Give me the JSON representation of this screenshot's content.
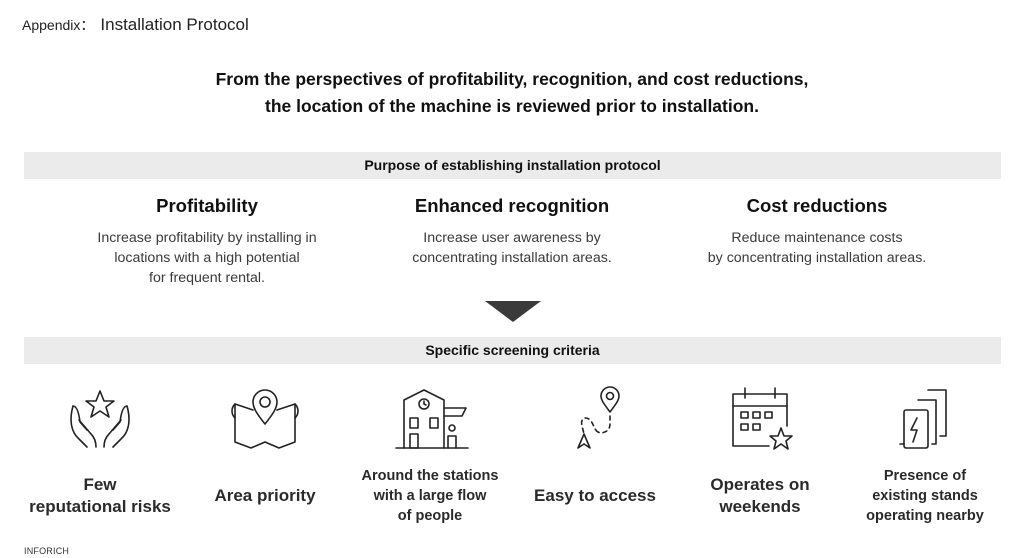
{
  "header": {
    "lead": "Appendix：",
    "title": "Installation Protocol"
  },
  "headline": {
    "line1": "From the perspectives of profitability, recognition, and cost reductions,",
    "line2": "the location of the machine is reviewed prior to installation."
  },
  "purpose_band": "Purpose of establishing installation protocol",
  "purposes": [
    {
      "title": "Profitability",
      "lines": [
        "Increase profitability by installing in",
        "locations with a high potential",
        "for frequent rental."
      ]
    },
    {
      "title": "Enhanced recognition",
      "lines": [
        "Increase user awareness by",
        "concentrating installation areas."
      ]
    },
    {
      "title": "Cost reductions",
      "lines": [
        "Reduce maintenance costs",
        "by concentrating installation areas."
      ]
    }
  ],
  "criteria_band": "Specific screening criteria",
  "criteria": [
    {
      "icon": "hands-star-icon",
      "lines": [
        "Few",
        "reputational risks"
      ]
    },
    {
      "icon": "map-pin-icon",
      "lines": [
        "Area priority"
      ]
    },
    {
      "icon": "station-building-icon",
      "lines": [
        "Around the stations",
        "with a large flow",
        "of people"
      ]
    },
    {
      "icon": "route-icon",
      "lines": [
        "Easy to access"
      ]
    },
    {
      "icon": "calendar-star-icon",
      "lines": [
        "Operates on",
        "weekends"
      ]
    },
    {
      "icon": "battery-stands-icon",
      "lines": [
        "Presence of",
        "existing stands",
        "operating nearby"
      ]
    }
  ],
  "footer": "INFORICH",
  "colors": {
    "band": "#ebebeb",
    "arrow": "#3a3a3a",
    "text": "#1e1e1e"
  }
}
